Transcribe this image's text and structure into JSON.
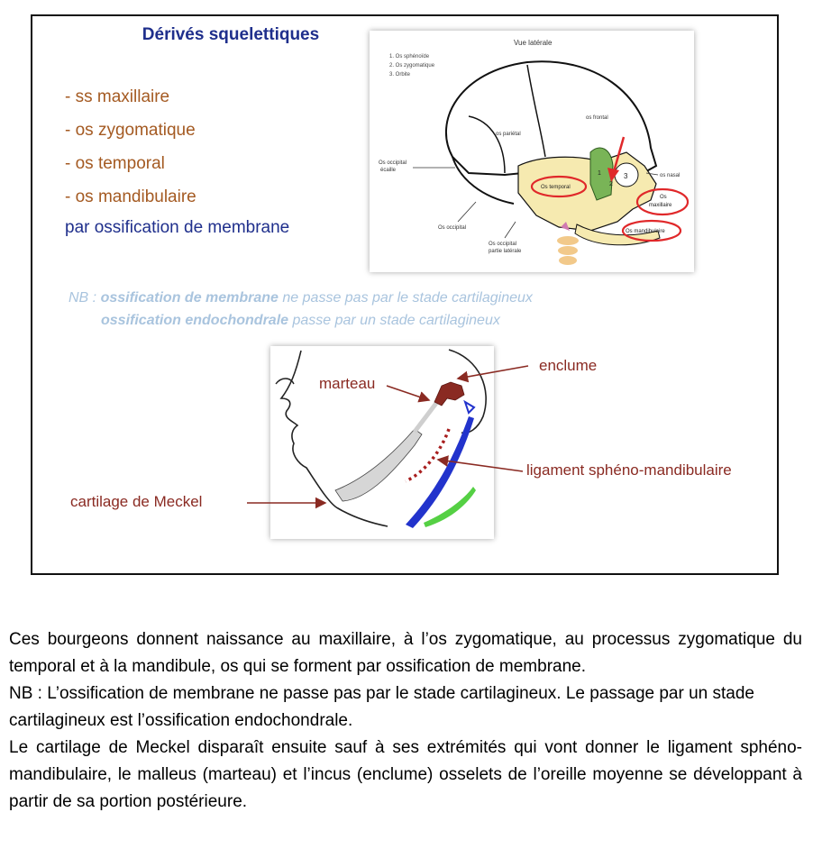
{
  "slide": {
    "title": "Dérivés squelettiques",
    "derivatives": [
      "- ss maxillaire",
      "- os zygomatique",
      "- os temporal",
      "- os mandibulaire"
    ],
    "ossification_line": "par ossification de membrane",
    "nb": {
      "prefix": "NB : ",
      "l1_bold": "ossification de membrane",
      "l1_rest": " ne passe pas par le stade cartilagineux",
      "l2_bold": "ossification endochondrale",
      "l2_rest": " passe par un stade cartilagineux"
    },
    "skull": {
      "view": "Vue latérale",
      "legend": [
        "1. Os sphénoïde",
        "2. Os zygomatique",
        "3. Orbite"
      ],
      "parietal": "os pariétal",
      "frontal": "os frontal",
      "occ_squama_1": "Os occipital",
      "occ_squama_2": "écaille",
      "nasal": "os nasal",
      "temporal": "Os temporal",
      "maxillary_1": "Os",
      "maxillary_2": "maxillaire",
      "mandibular": "Os mandibulaire",
      "occipital": "Os occipital",
      "occ_lat_1": "Os occipital",
      "occ_lat_2": "partie latérale",
      "n1": "1",
      "n2": "2",
      "n3": "3"
    },
    "jaw": {
      "marteau": "marteau",
      "enclume": "enclume",
      "ligament": "ligament sphéno-mandibulaire",
      "meckel": "cartilage de Meckel"
    }
  },
  "body": {
    "p1": "Ces bourgeons donnent naissance au maxillaire, à l’os zygomatique, au processus zygomatique du temporal et à la mandibule, os qui se forment par ossification de membrane.",
    "p2": "NB : L’ossification de membrane ne passe pas par le stade cartilagineux. Le passage par un stade cartilagineux est l’ossification endochondrale.",
    "p3": "Le cartilage de Meckel disparaît ensuite sauf à ses extrémités qui vont donner le ligament sphéno-mandibulaire, le malleus (marteau) et l’incus (enclume) osselets de l’oreille moyenne se développant à partir de sa portion postérieure."
  },
  "colors": {
    "title_blue": "#1f2f8c",
    "orange_brown": "#a45a22",
    "nb_blue": "#a9c4de",
    "label_red": "#8a2a22",
    "circle_red": "#e0282a",
    "cartilage_yellow": "#f6eab0",
    "sphenoid_green": "#79b457",
    "incus_blue": "#2233cc",
    "meckel_green": "#55d044"
  }
}
